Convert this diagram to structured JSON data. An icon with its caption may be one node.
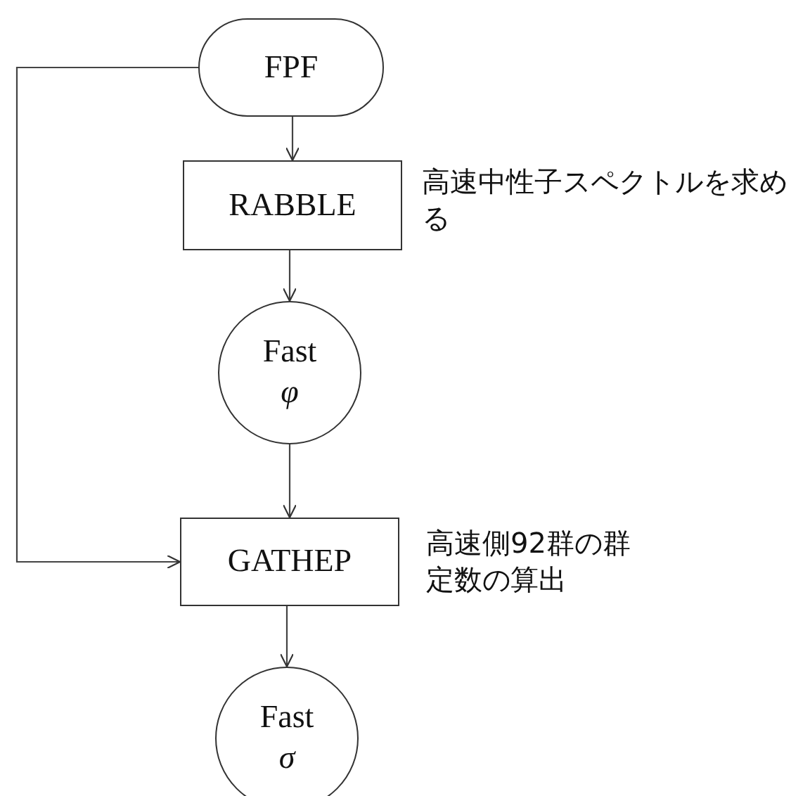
{
  "diagram": {
    "nodes": [
      {
        "text": [
          "FPF"
        ]
      },
      {
        "text": [
          "RABBLE"
        ],
        "beside": [
          "高速中性子スペクトルを求める"
        ]
      },
      {
        "text": [
          "Fast",
          "φ"
        ]
      },
      {
        "text": [
          "GATHEP"
        ],
        "beside": [
          "高速側92群の群定数の算出"
        ]
      },
      {
        "text": [
          "Fast",
          "σ"
        ]
      }
    ],
    "edges": [
      {
        "from": 0,
        "to": 1,
        "arrow": "to"
      },
      {
        "from": 1,
        "to": 2,
        "arrow": "to"
      },
      {
        "from": 2,
        "to": 3,
        "arrow": "to"
      },
      {
        "from": 0,
        "to": 3,
        "arrow": "to"
      },
      {
        "from": 3,
        "to": 4,
        "arrow": "to"
      }
    ]
  }
}
